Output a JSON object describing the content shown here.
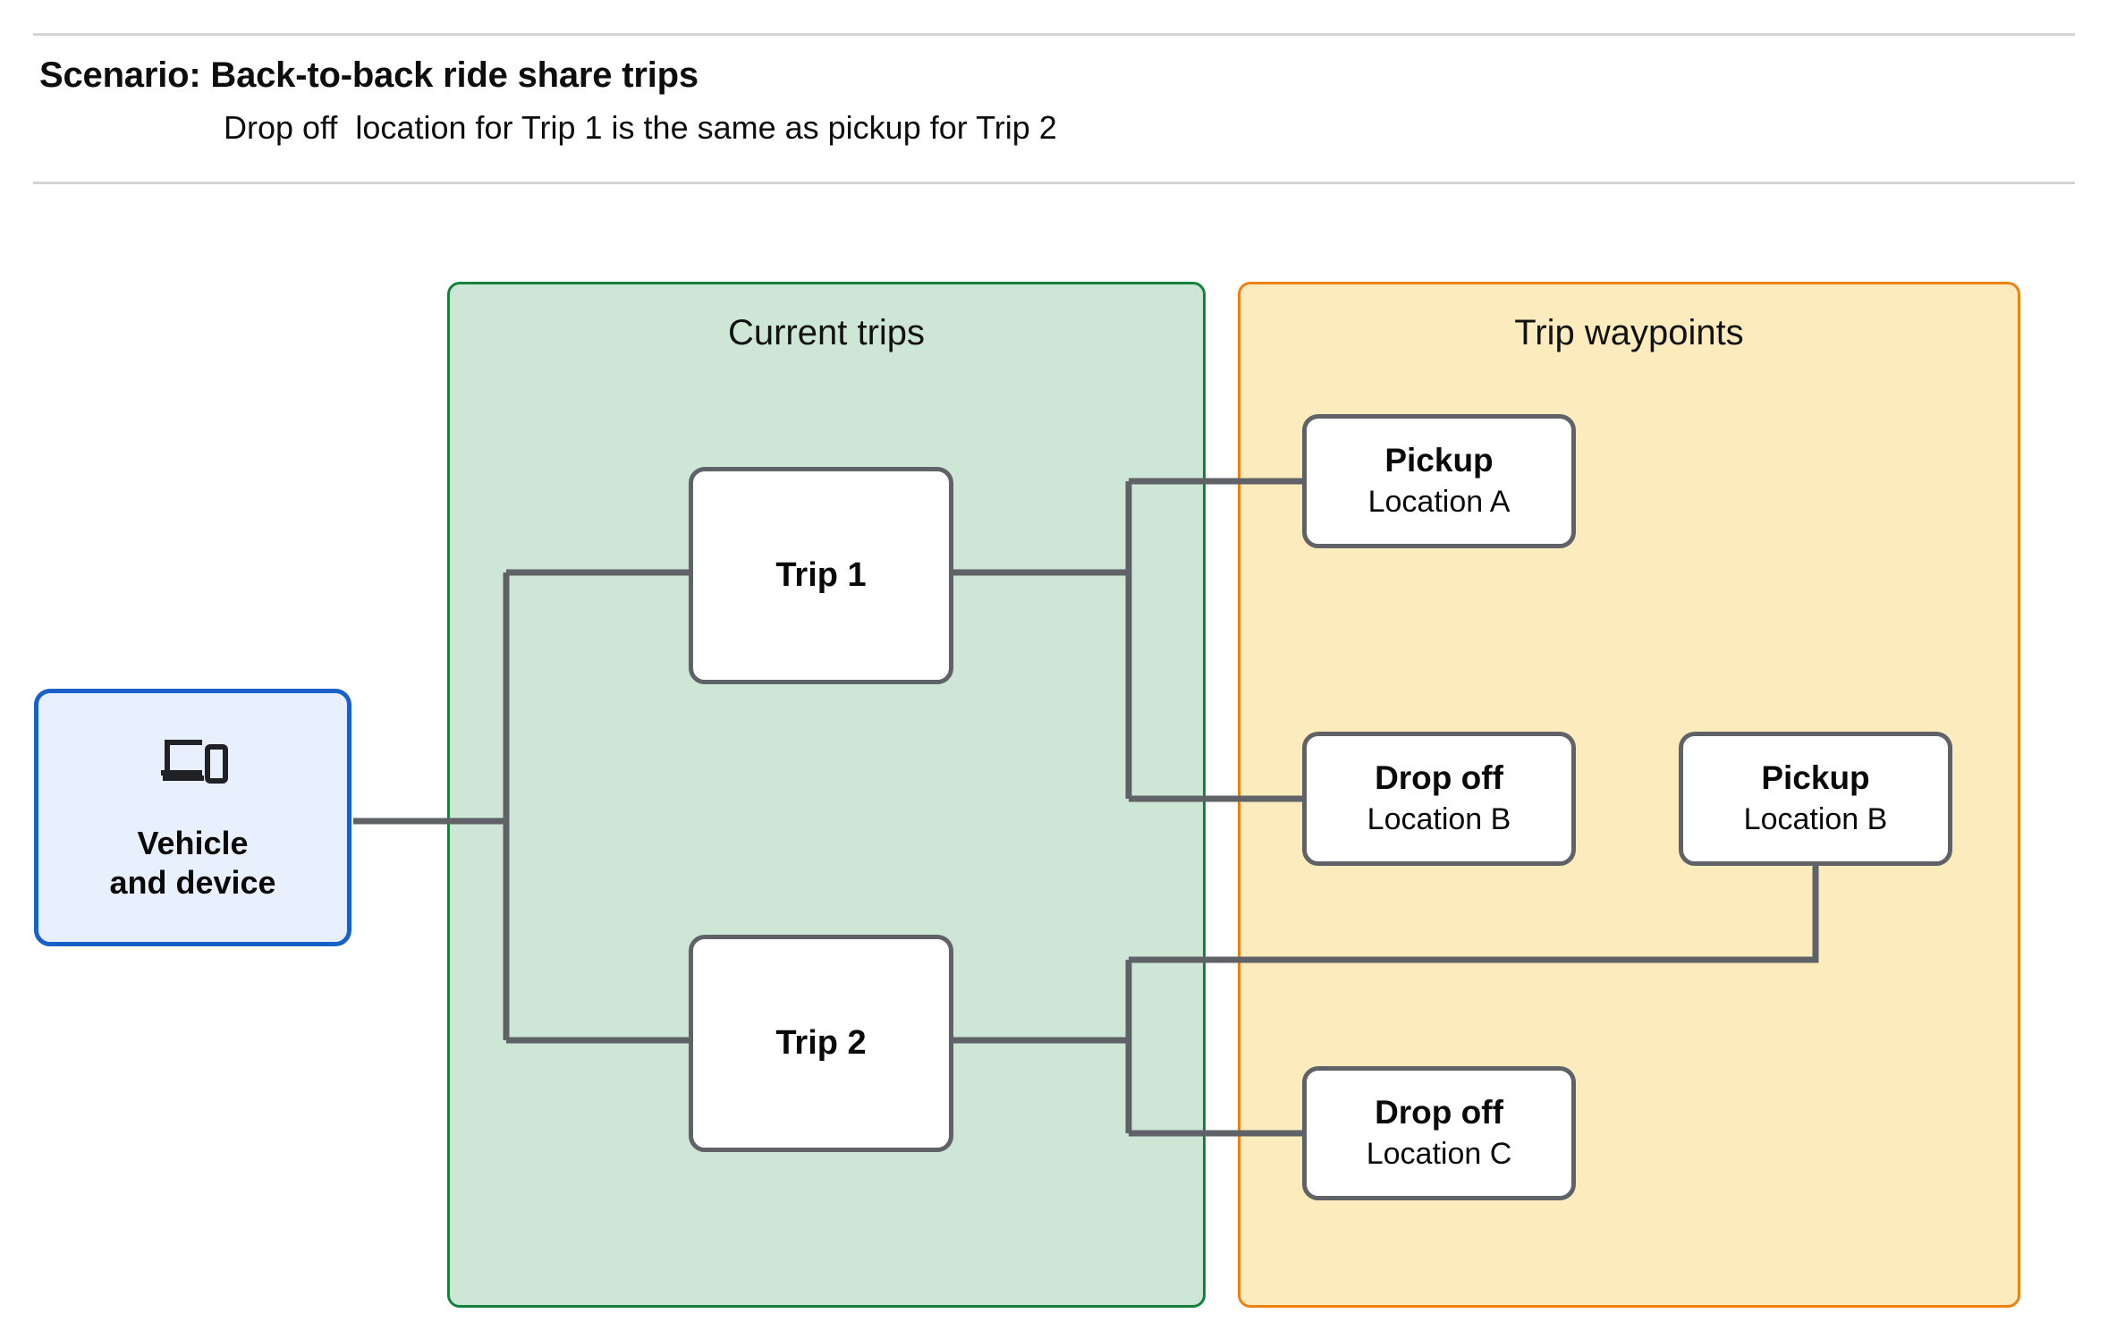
{
  "header": {
    "title": "Scenario: Back-to-back ride share trips",
    "subtitle": "Drop off  location for Trip 1 is the same as pickup for Trip 2"
  },
  "colors": {
    "group_current_trips_fill": "#cde6d5",
    "group_current_trips_border": "#15813c",
    "group_trip_waypoints_fill": "#fcecbd",
    "group_trip_waypoints_border": "#ef8012",
    "vehicle_fill": "#e8f0fe",
    "vehicle_border": "#1761c9",
    "node_border": "#5f6368",
    "connector": "#5f6368",
    "rule": "#d4d4d4"
  },
  "groups": {
    "current_trips": {
      "label": "Current trips"
    },
    "trip_waypoints": {
      "label": "Trip waypoints"
    }
  },
  "vehicle": {
    "icon": "devices-icon",
    "label": "Vehicle\nand device"
  },
  "trips": [
    {
      "label": "Trip 1"
    },
    {
      "label": "Trip 2"
    }
  ],
  "waypoints": [
    {
      "type": "Pickup",
      "location": "Location A"
    },
    {
      "type": "Drop off",
      "location": "Location B"
    },
    {
      "type": "Pickup",
      "location": "Location B"
    },
    {
      "type": "Drop off",
      "location": "Location C"
    }
  ]
}
